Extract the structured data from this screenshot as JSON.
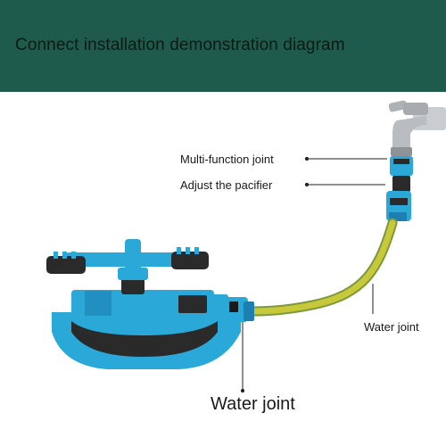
{
  "header": {
    "title": "Connect installation demonstration diagram"
  },
  "labels": {
    "multi_function_joint": "Multi-function joint",
    "adjust_pacifier": "Adjust the pacifier",
    "water_joint_right": "Water joint",
    "water_joint_bottom": "Water joint"
  },
  "colors": {
    "header_bg": "#1f5b4d",
    "sprinkler_blue": "#2aa8d8",
    "sprinkler_dark": "#1d7fb0",
    "rubber_black": "#2a2a2a",
    "hose_yellow": "#c7c83a",
    "hose_green": "#7c9a3a",
    "faucet_metal": "#b8bcc0"
  },
  "icons": [
    "faucet-icon",
    "sprinkler-icon",
    "hose-icon",
    "connector-icon"
  ]
}
